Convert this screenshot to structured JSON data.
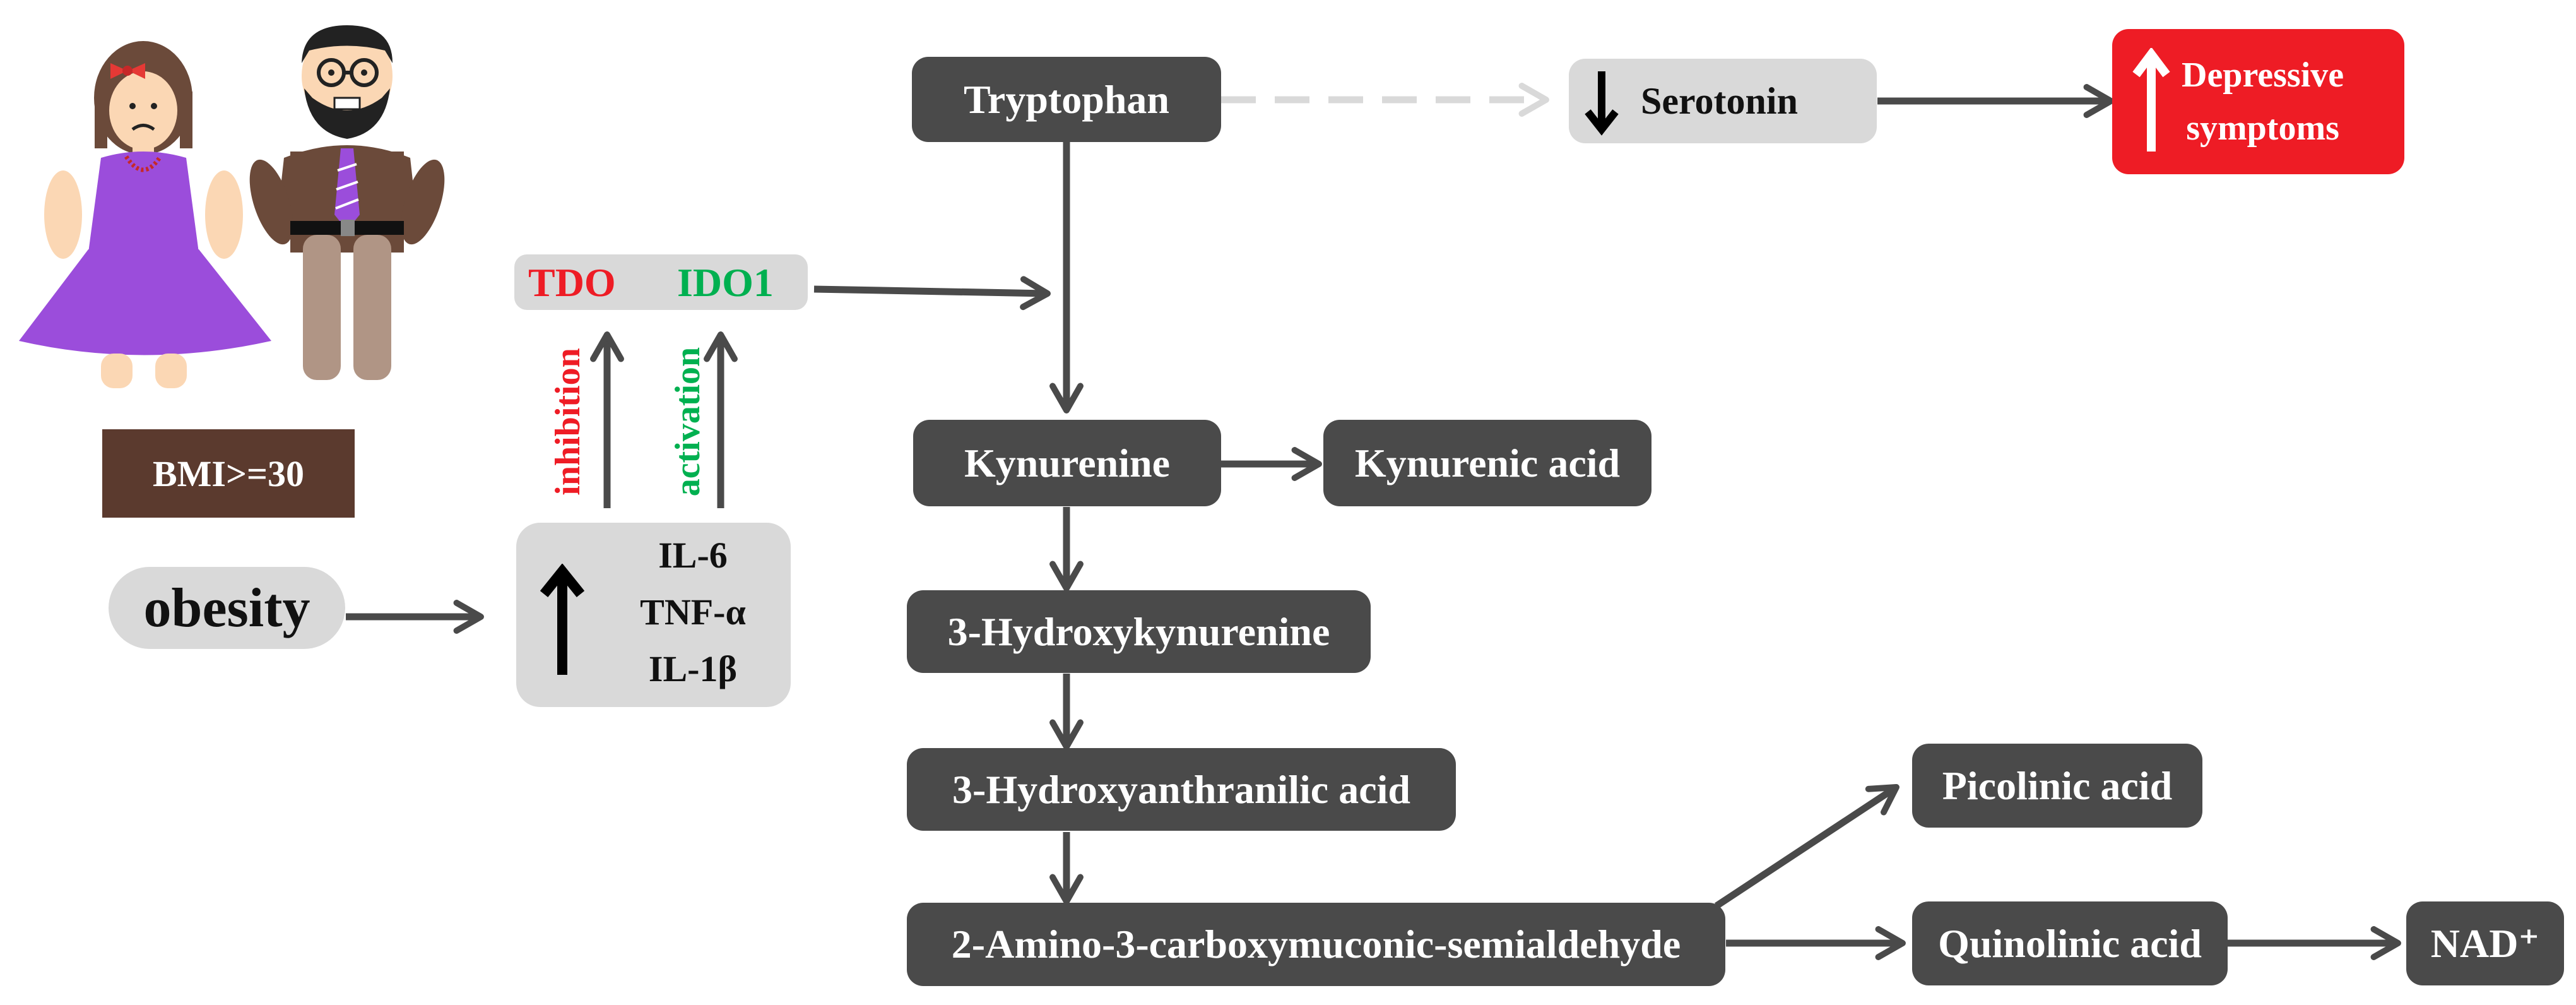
{
  "figure": {
    "bmi_label": "BMI>=30",
    "obesity_label": "obesity",
    "cytokines": [
      "IL-6",
      "TNF-α",
      "IL-1β"
    ],
    "enzymes": {
      "tdo": "TDO",
      "ido1": "IDO1"
    },
    "effects": {
      "inhibition": "inhibition",
      "activation": "activation"
    },
    "pathway": {
      "tryptophan": "Tryptophan",
      "serotonin": "Serotonin",
      "depressive_line1": "Depressive",
      "depressive_line2": "symptoms",
      "kynurenine": "Kynurenine",
      "kynurenic_acid": "Kynurenic acid",
      "hydroxykynurenine": "3-Hydroxykynurenine",
      "hydroxyanthranilic": "3-Hydroxyanthranilic acid",
      "acms": "2-Amino-3-carboxymuconic-semialdehyde",
      "picolinic": "Picolinic acid",
      "quinolinic": "Quinolinic acid",
      "nad": "NAD⁺"
    },
    "colors": {
      "node_dark": "#4a4a4a",
      "node_light": "#d9d9d9",
      "accent_red": "#ee1c25",
      "accent_green": "#00b050",
      "bmi_box": "#5b3a2e",
      "dress_purple": "#9b4ddb",
      "arrow": "#4a4a4a"
    },
    "icons": [
      "up-arrow-icon",
      "down-arrow-icon",
      "woman-figure-icon",
      "man-figure-icon"
    ]
  }
}
